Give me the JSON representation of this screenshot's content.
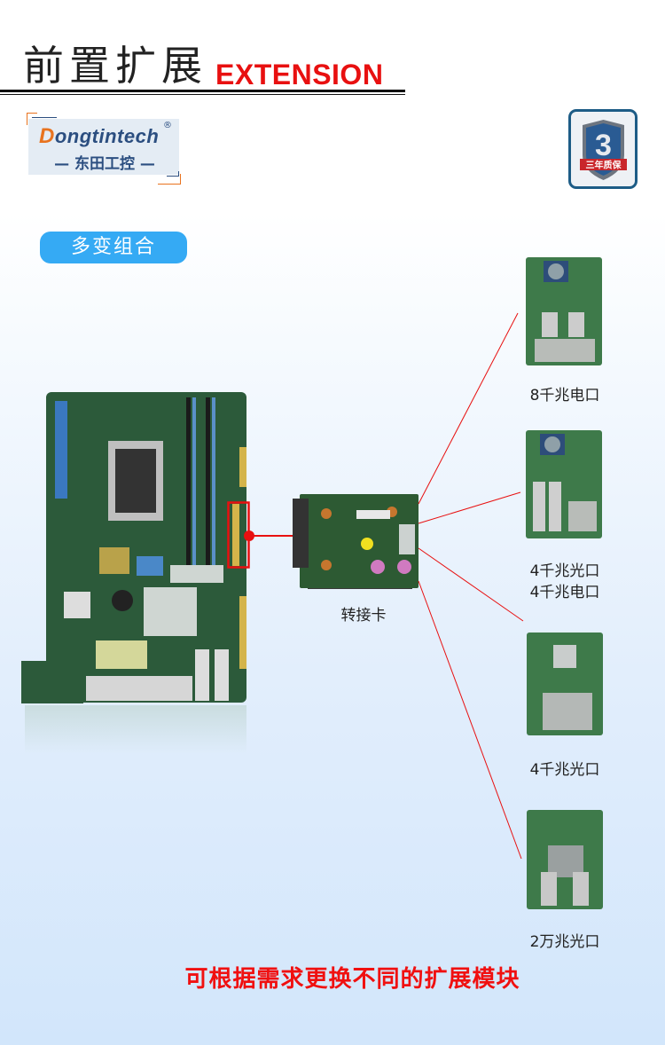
{
  "header": {
    "title_cn": "前置扩展",
    "title_en": "EXTENSION"
  },
  "logo": {
    "brand_en_first": "D",
    "brand_en_rest": "ongtintech",
    "registered": "®",
    "brand_cn": "— 东田工控 —"
  },
  "warranty_badge": {
    "number": "3",
    "label": "三年质保"
  },
  "section": {
    "pill_label": "多变组合"
  },
  "adapter": {
    "caption": "转接卡"
  },
  "modules": [
    {
      "caption_lines": [
        "8千兆电口"
      ]
    },
    {
      "caption_lines": [
        "4千兆光口",
        "4千兆电口"
      ]
    },
    {
      "caption_lines": [
        "4千兆光口"
      ]
    },
    {
      "caption_lines": [
        "2万兆光口"
      ]
    }
  ],
  "footer": {
    "note": "可根据需求更换不同的扩展模块"
  },
  "colors": {
    "accent_red": "#e81010",
    "pill_blue": "#35aaf4",
    "brand_blue": "#2b4e80",
    "brand_orange": "#e8731f",
    "badge_border": "#1d5c86",
    "pcb_green": "#2f5f3c"
  }
}
